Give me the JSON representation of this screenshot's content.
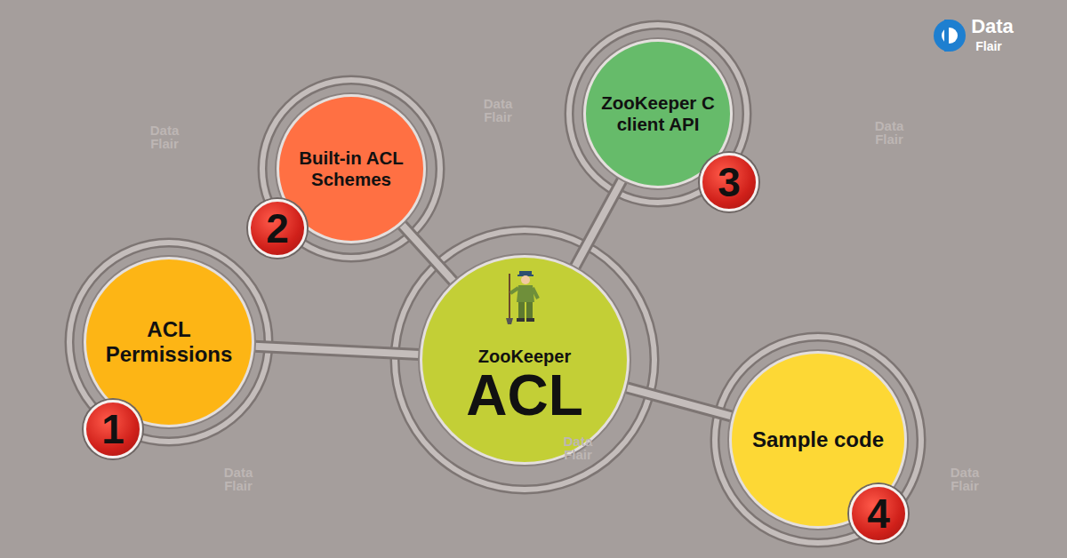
{
  "diagram": {
    "nodes": [
      {
        "text": [
          "ZooKeeper",
          "ACL"
        ]
      },
      {
        "text": [
          "ACL Permissions"
        ]
      },
      {
        "text": [
          "Built-in ACL Schemes"
        ]
      },
      {
        "text": [
          "ZooKeeper C client API"
        ]
      },
      {
        "text": [
          "Sample code"
        ]
      }
    ],
    "edges": [
      {
        "from": 0,
        "to": 1,
        "arrow": "none"
      },
      {
        "from": 0,
        "to": 2,
        "arrow": "none"
      },
      {
        "from": 0,
        "to": 3,
        "arrow": "none"
      },
      {
        "from": 0,
        "to": 4,
        "arrow": "none"
      }
    ],
    "labels": [
      "1",
      "2",
      "3",
      "4",
      "Data",
      "Flair",
      "Data Flair",
      "Data Flair",
      "Data Flair",
      "Data Flair",
      "Data Flair",
      "Data Flair"
    ]
  }
}
